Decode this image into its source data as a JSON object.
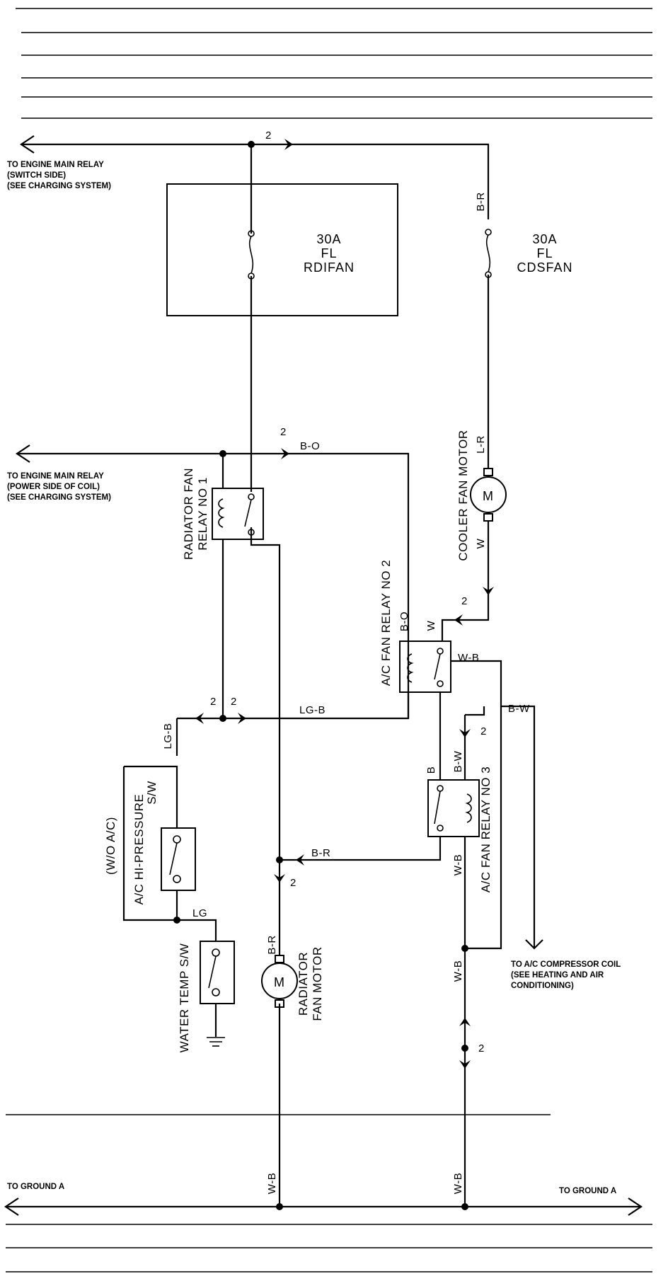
{
  "notes": {
    "engine_relay_switch": [
      "TO ENGINE MAIN RELAY",
      "(SWITCH SIDE)",
      "(SEE CHARGING SYSTEM)"
    ],
    "engine_relay_coil": [
      "TO ENGINE MAIN RELAY",
      "(POWER SIDE OF COIL)",
      "(SEE CHARGING SYSTEM)"
    ],
    "compressor_coil": [
      "TO A/C COMPRESSOR COIL",
      "(SEE HEATING AND AIR",
      "CONDITIONING)"
    ],
    "ground_left": "TO GROUND A",
    "ground_right": "TO GROUND A"
  },
  "fuses": {
    "rdifan": [
      "30A",
      "FL",
      "RDIFAN"
    ],
    "cdsfan": [
      "30A",
      "FL",
      "CDSFAN"
    ]
  },
  "components": {
    "radiator_fan_relay": [
      "RADIATOR FAN",
      "RELAY NO 1"
    ],
    "ac_fan_relay_2": "A/C FAN RELAY NO 2",
    "ac_fan_relay_3": "A/C FAN RELAY NO 3",
    "cooler_fan_motor": "COOLER FAN MOTOR",
    "radiator_fan_motor": [
      "RADIATOR",
      "FAN MOTOR"
    ],
    "hi_pressure_sw": [
      "(W/O A/C)",
      "A/C HI-PRESSURE",
      "S/W"
    ],
    "water_temp_sw": "WATER TEMP S/W",
    "motor_symbol": "M"
  },
  "connectors": {
    "c_top": "2",
    "c_bo": "2",
    "c_cooler": "2",
    "c_lgb_left": "2",
    "c_lgb_right": "2",
    "c_bw": "2",
    "c_br": "2",
    "c_wb": "2"
  },
  "wires": {
    "br_top": "B-R",
    "bo_top": "B-O",
    "lr": "L-R",
    "w_cooler": "W",
    "bo_relay2": "B-O",
    "w_relay2": "W",
    "wb_relay2": "W-B",
    "lgb_mid": "LG-B",
    "bw_right": "B-W",
    "lgb_left": "LG-B",
    "b_relay3": "B",
    "bw_relay3": "B-W",
    "br_mid": "B-R",
    "wb_relay3": "W-B",
    "lg": "LG",
    "br_motor": "B-R",
    "wb_right": "W-B",
    "wb_bottom_left": "W-B",
    "wb_bottom_right": "W-B"
  }
}
